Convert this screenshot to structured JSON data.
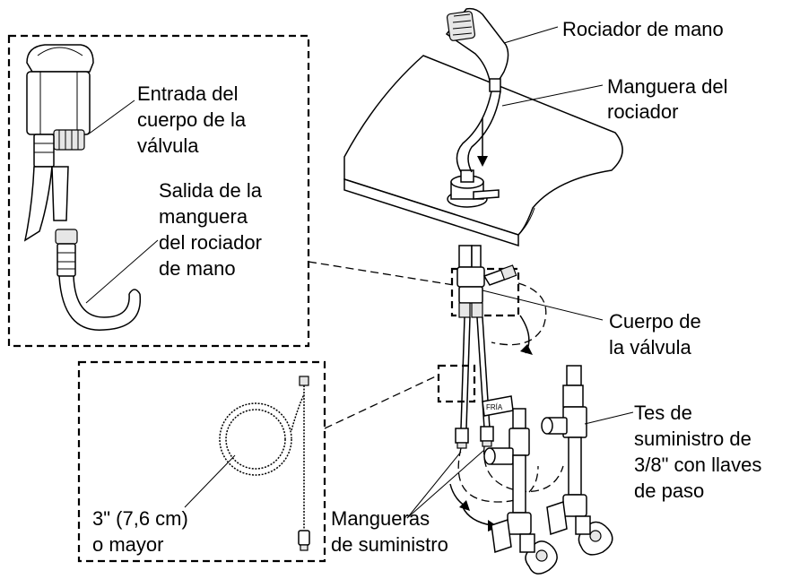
{
  "labels": {
    "rociador_de_mano": [
      "Rociador de mano"
    ],
    "manguera_del_rociador": [
      "Manguera del",
      "rociador"
    ],
    "entrada_cuerpo_valvula": [
      "Entrada del",
      "cuerpo de la",
      "válvula"
    ],
    "salida_manguera_rociador": [
      "Salida de la",
      "manguera",
      "del rociador",
      "de mano"
    ],
    "cuerpo_de_la_valvula": [
      "Cuerpo de",
      "la válvula"
    ],
    "tes_de_suministro": [
      "Tes de",
      "suministro de",
      "3/8\" con llaves",
      "de paso"
    ],
    "mangueras_de_suministro": [
      "Mangueras",
      "de suministro"
    ],
    "tamano_manguera": [
      "3\" (7,6 cm)",
      "o mayor"
    ]
  },
  "tag": "FRÍA"
}
